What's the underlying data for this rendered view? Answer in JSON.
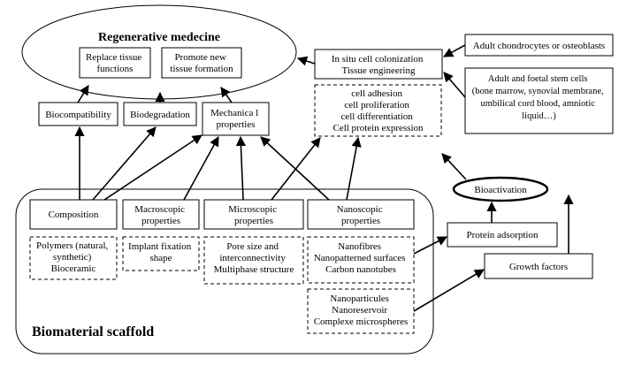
{
  "colors": {
    "line": "#000000",
    "background": "#ffffff"
  },
  "regenerative": {
    "title": "Regenerative medecine",
    "replace": [
      "Replace tissue",
      "functions"
    ],
    "promote": [
      "Promote new",
      "tissue formation"
    ]
  },
  "properties": {
    "biocompatibility": "Biocompatibility",
    "biodegradation": "Biodegradation",
    "mechanical": [
      "Mechanica l",
      "properties"
    ]
  },
  "insitu": [
    "In situ cell colonization",
    "Tissue engineering"
  ],
  "cell_effects": [
    "cell adhesion",
    "cell proliferation",
    "cell differentiation",
    "Cell protein expression"
  ],
  "cell_sources": {
    "chondrocytes": "Adult chondrocytes or osteoblasts",
    "stem_cells": [
      "Adult and foetal stem cells",
      "(bone marrow, synovial membrane,",
      "umbilical cord blood, amniotic",
      "liquid…)"
    ]
  },
  "bioactivation": "Bioactivation",
  "protein_adsorption": "Protein adsorption",
  "growth_factors": "Growth factors",
  "scaffold": {
    "title": "Biomaterial scaffold",
    "composition": "Composition",
    "macroscopic": [
      "Macroscopic",
      "properties"
    ],
    "microscopic": [
      "Microscopic",
      "properties"
    ],
    "nanoscopic": [
      "Nanoscopic",
      "properties"
    ],
    "composition_detail": [
      "Polymers (natural,",
      "synthetic)",
      "Bioceramic"
    ],
    "macro_detail": [
      "Implant fixation",
      "shape"
    ],
    "micro_detail": [
      "Pore size and",
      "interconnectivity",
      "Multiphase structure"
    ],
    "nano_detail": [
      "Nanofibres",
      "Nanopatterned surfaces",
      "Carbon nanotubes"
    ],
    "nano_particles": [
      "Nanoparticules",
      "Nanoreservoir",
      "Complexe microspheres"
    ]
  }
}
